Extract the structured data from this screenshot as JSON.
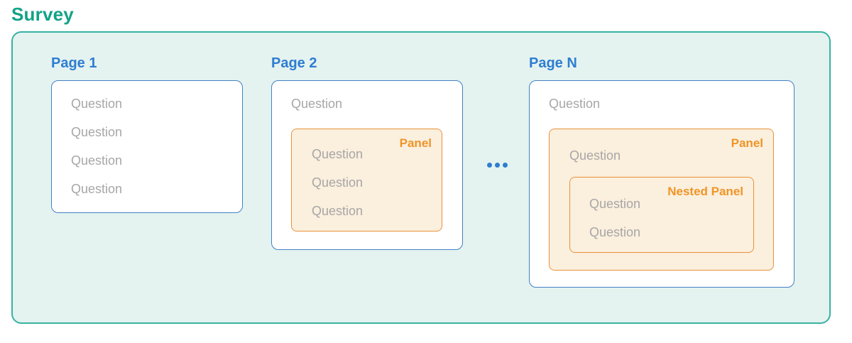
{
  "title": "Survey",
  "ellipsis": "...",
  "colors": {
    "survey_green": "#12a287",
    "container_bg": "#e4f3f0",
    "container_border": "#38b2a3",
    "page_title_blue": "#2e7dd1",
    "page_border_blue": "#4380c4",
    "question_gray": "#a7a7a7",
    "panel_bg": "#fbefdd",
    "panel_border": "#e8933c",
    "panel_label_orange": "#ef9528",
    "dots_blue": "#2e7dd1"
  },
  "pages": [
    {
      "label": "Page 1",
      "questions": [
        "Question",
        "Question",
        "Question",
        "Question"
      ]
    },
    {
      "label": "Page 2",
      "questions": [
        "Question"
      ],
      "panel": {
        "label": "Panel",
        "questions": [
          "Question",
          "Question",
          "Question"
        ]
      }
    },
    {
      "label": "Page N",
      "questions": [
        "Question"
      ],
      "panel": {
        "label": "Panel",
        "questions": [
          "Question"
        ],
        "nested_panel": {
          "label": "Nested Panel",
          "questions": [
            "Question",
            "Question"
          ]
        }
      }
    }
  ]
}
